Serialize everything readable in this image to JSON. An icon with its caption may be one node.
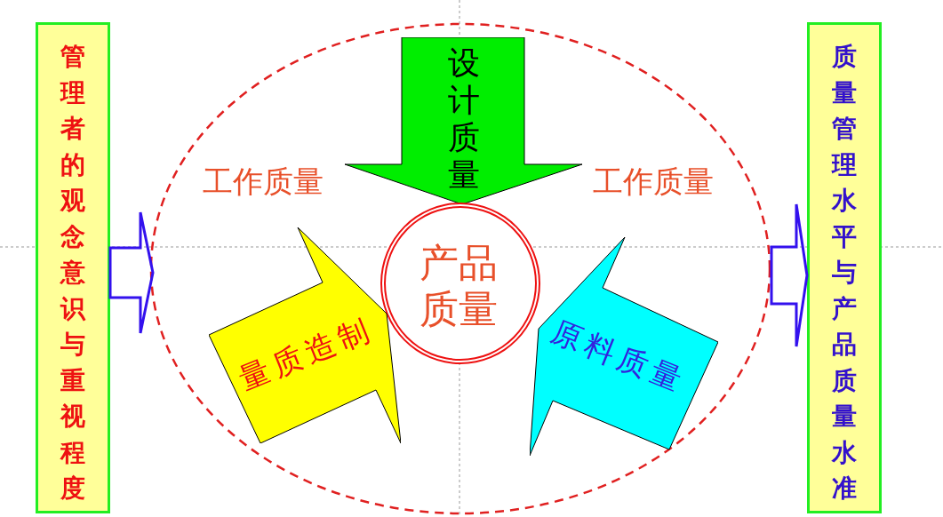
{
  "diagram": {
    "nodes": [
      {
        "text": [
          "管理者的观念意识与重视程度"
        ]
      },
      {
        "text": [],
        "shape": "circle"
      },
      {
        "text": [
          "设计质量"
        ],
        "in": 1
      },
      {
        "text": [
          "产品质量"
        ],
        "in": 1
      },
      {
        "text": [
          "量质造制"
        ],
        "in": 1
      },
      {
        "text": [
          "原料质量"
        ],
        "in": 1
      },
      {
        "text": [
          "质量管理水平与产品质量水准"
        ]
      }
    ],
    "edges": [
      {
        "from": 0,
        "to": 1,
        "arrow": "to"
      },
      {
        "from": 1,
        "to": 6,
        "arrow": "to"
      }
    ],
    "labels": [
      "工作质量",
      "工作质量"
    ]
  }
}
